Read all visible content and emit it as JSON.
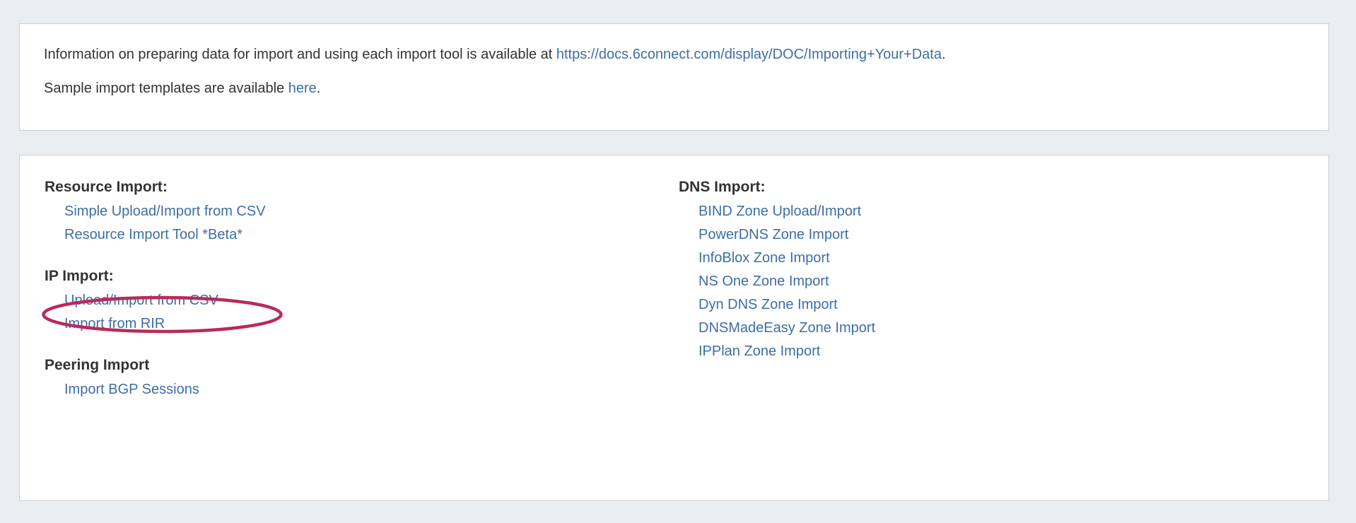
{
  "info_panel": {
    "line1_before": "Information on preparing data for import and using each import tool is available at ",
    "line1_link": "https://docs.6connect.com/display/DOC/Importing+Your+Data",
    "line1_after": ".",
    "line2_before": "Sample import templates are available ",
    "line2_link": "here",
    "line2_after": "."
  },
  "tools_panel": {
    "left_groups": [
      {
        "heading": "Resource Import:",
        "links": [
          "Simple Upload/Import from CSV",
          "Resource Import Tool *Beta*"
        ]
      },
      {
        "heading": "IP Import:",
        "links": [
          "Upload/Import from CSV",
          "Import from RIR"
        ]
      },
      {
        "heading": "Peering Import",
        "links": [
          "Import BGP Sessions"
        ]
      }
    ],
    "right_groups": [
      {
        "heading": "DNS Import:",
        "links": [
          "BIND Zone Upload/Import",
          "PowerDNS Zone Import",
          "InfoBlox Zone Import",
          "NS One Zone Import",
          "Dyn DNS Zone Import",
          "DNSMadeEasy Zone Import",
          "IPPlan Zone Import"
        ]
      }
    ]
  },
  "annotation": {
    "shape": "ellipse",
    "target_label": "Upload/Import from CSV",
    "color": "#bb2a57"
  },
  "colors": {
    "page_background": "#eaeef0",
    "panel_background": "#ffffff",
    "panel_border": "#c8ccce",
    "link": "#3d6ea6",
    "text": "#333333",
    "annotation": "#bb2a57"
  }
}
